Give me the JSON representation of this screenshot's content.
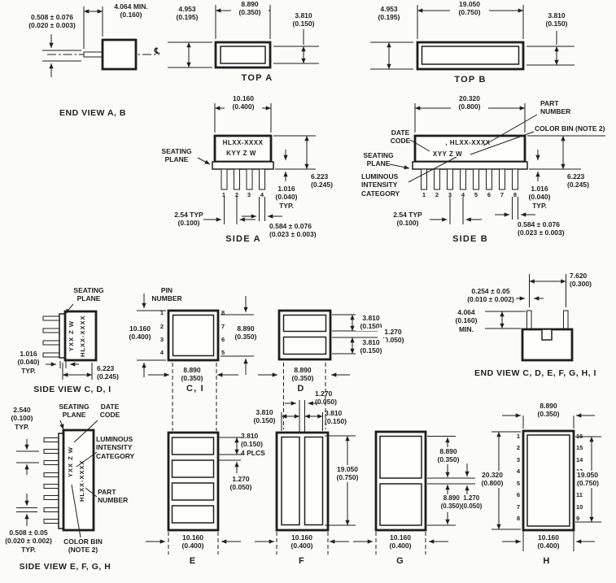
{
  "colors": {
    "ink": "#1e1e1e",
    "paper": "#fbfbf8"
  },
  "views": {
    "end_view_ab": {
      "label": "END VIEW A, B",
      "dim_lead_dia": "0.508 ± 0.076\n(0.020 ± 0.003)",
      "dim_lead_len": "4.064 MIN.\n(0.160)",
      "centerline_symbol": "℄"
    },
    "top_a": {
      "label": "TOP A",
      "dim_depth": "4.953\n(0.195)",
      "dim_width": "8.890\n(0.350)",
      "dim_face": "3.810\n(0.150)"
    },
    "top_b": {
      "label": "TOP B",
      "dim_depth": "4.953\n(0.195)",
      "dim_width": "19.050\n(0.750)",
      "dim_face": "3.810\n(0.150)"
    },
    "side_a": {
      "label": "SIDE A",
      "dim_width": "10.160\n(0.400)",
      "seating_plane": "SEATING\nPLANE",
      "marking_line1": "HLXX-XXXX",
      "marking_line2": "KYY Z W",
      "pins": [
        "1",
        "2",
        "3",
        "4"
      ],
      "dim_standoff": "1.016\n(0.040)\nTYP.",
      "dim_height": "6.223\n(0.245)",
      "dim_pitch": "2.54 TYP\n(0.100)",
      "dim_lead_width": "0.584 ± 0.076\n(0.023 ± 0.003)"
    },
    "side_b": {
      "label": "SIDE B",
      "dim_width": "20.320\n(0.800)",
      "callout_part_number": "PART\nNUMBER",
      "callout_color_bin": "COLOR BIN (NOTE 2)",
      "callout_date_code": "DATE\nCODE",
      "seating_plane": "SEATING\nPLANE",
      "callout_luminous": "LUMINOUS\nINTENSITY\nCATEGORY",
      "marking_line1": ", HLXX-XXXX",
      "marking_line2": "XYY Z W",
      "pins": [
        "1",
        "2",
        "3",
        "4",
        "5",
        "6",
        "7",
        "8"
      ],
      "dim_standoff": "1.016\n(0.040)\nTYP.",
      "dim_height": "6.223\n(0.245)",
      "dim_pitch": "2.54 TYP\n(0.100)",
      "dim_lead_width": "0.584 ± 0.076\n(0.023 ± 0.003)"
    },
    "side_view_cdi": {
      "label": "SIDE VIEW C, D, I",
      "seating_plane": "SEATING\nPLANE",
      "marking_vert1": "YXX Z W",
      "marking_vert2": "HLXX-XXXX",
      "dim_standoff": "1.016\n(0.040)\nTYP.",
      "dim_depth": "6.223\n(0.245)"
    },
    "view_ci": {
      "label": "C, I",
      "pin_number": "PIN\nNUMBER",
      "left_pins": [
        "1",
        "2",
        "3",
        "4"
      ],
      "right_pins": [
        "8",
        "7",
        "6",
        "5"
      ],
      "dim_height": "10.160\n(0.400)",
      "dim_face_h": "8.890\n(0.350)",
      "dim_width": "8.890\n(0.350)"
    },
    "view_d": {
      "label": "D",
      "dim_seg_top": "3.810\n(0.150)",
      "dim_gap": "1.270\n(0.050)",
      "dim_seg_bot": "3.810\n(0.150)",
      "dim_width": "8.890\n(0.350)"
    },
    "end_view_rest": {
      "label": "END VIEW C, D, E, F, G, H, I",
      "dim_lead_span": "7.620\n(0.300)",
      "dim_lead_thk": "0.254 ± 0.05\n(0.010 ± 0.002)",
      "dim_lead_len": "4.064\n(0.160)\nMIN."
    },
    "side_view_efgh": {
      "label": "SIDE VIEW E, F, G, H",
      "dim_pitch": "2.540\n(0.100)\nTYP.",
      "seating_plane": "SEATING\nPLANE",
      "callout_date_code": "DATE\nCODE",
      "callout_luminous": "LUMINOUS\nINTENSITY\nCATEGORY",
      "callout_part_number": "PART\nNUMBER",
      "dim_lead_thk": "0.508 ± 0.05\n(0.020 ± 0.002)\nTYP.",
      "callout_color_bin": "COLOR BIN\n(NOTE 2)",
      "marking_vert1": "YXX Z W",
      "marking_vert2": "HLXX-XXXX"
    },
    "view_e": {
      "label": "E",
      "dim_seg": "3.810\n(0.150)\n4 PLCS",
      "dim_gap": "1.270\n(0.050)",
      "dim_width": "10.160\n(0.400)"
    },
    "view_f": {
      "label": "F",
      "dim_gap": "1.270\n(0.050)",
      "dim_bar_left": "3.810\n(0.150)",
      "dim_bar_right": "3.810\n(0.150)",
      "dim_height": "19.050\n(0.750)",
      "dim_width": "10.160\n(0.400)"
    },
    "view_g": {
      "label": "G",
      "dim_seg_top": "8.890\n(0.350)",
      "dim_seg_bot": "8.890  1.270\n(0.350)(0.050)",
      "dim_width": "10.160\n(0.400)"
    },
    "view_h": {
      "label": "H",
      "dim_top": "8.890\n(0.350)",
      "left_pins": [
        "1",
        "2",
        "3",
        "4",
        "5",
        "6",
        "7",
        "8"
      ],
      "right_pins": [
        "16",
        "15",
        "14",
        "13",
        "12",
        "11",
        "10",
        "9"
      ],
      "dim_height_outer": "20.320\n(0.800)",
      "dim_height_face": "19.050\n(0.750)",
      "dim_width": "10.160\n(0.400)"
    }
  }
}
